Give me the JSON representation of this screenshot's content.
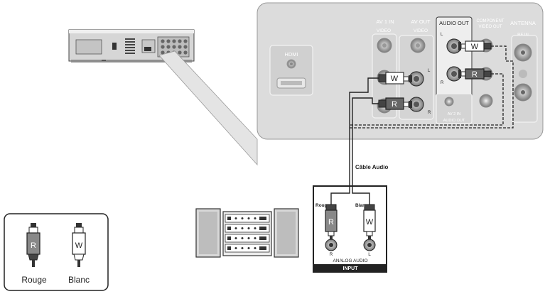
{
  "rear_panel": {
    "av1_in": "AV 1 IN",
    "av1_in_sub": "VIDEO",
    "av_out": "AV OUT",
    "av_out_sub": "VIDEO",
    "audio_out": "AUDIO OUT",
    "component": "COMPONENT",
    "video_out": "VIDEO OUT",
    "antenna": "ANTENNA",
    "rf_in": "RF IN",
    "hdmi": "HDMI",
    "digital_av": "AV 2 IN",
    "digital_audio_out": "AUDIO OUT",
    "jack_l": "L",
    "jack_r": "R"
  },
  "cable": {
    "label": "Câble Audio",
    "white_plug": "W",
    "red_plug": "R"
  },
  "amplifier": {
    "rouge": "Rouge",
    "blanc": "Blanc",
    "r_plug": "R",
    "w_plug": "W",
    "r_jack": "R",
    "l_jack": "L",
    "analog_audio": "ANALOG AUDIO",
    "input": "INPUT"
  },
  "legend": {
    "r_plug": "R",
    "w_plug": "W",
    "rouge": "Rouge",
    "blanc": "Blanc"
  }
}
